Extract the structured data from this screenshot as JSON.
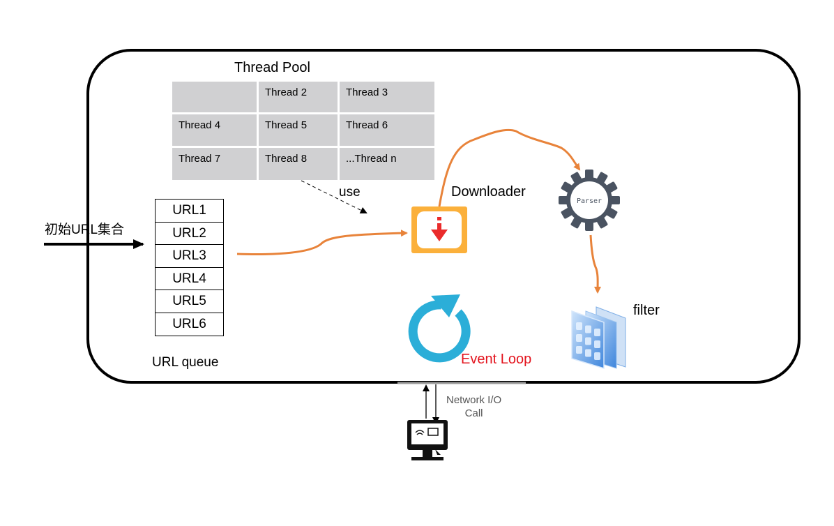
{
  "thread_pool": {
    "title": "Thread Pool",
    "cells": [
      "",
      "Thread 2",
      "Thread 3",
      "Thread 4",
      "Thread 5",
      "Thread 6",
      "Thread 7",
      "Thread 8",
      "...Thread n"
    ]
  },
  "url_queue": {
    "items": [
      "URL1",
      "URL2",
      "URL3",
      "URL4",
      "URL5",
      "URL6"
    ],
    "label": "URL queue"
  },
  "initial_urls_label": "初始URL集合",
  "use_label": "use",
  "downloader_label": "Downloader",
  "parser_label": "Parser",
  "filter_label": "filter",
  "event_loop_label": "Event Loop",
  "network_io_label": [
    "Network I/O",
    "Call"
  ],
  "icons": {
    "downloader": "download-icon",
    "parser": "gear-icon",
    "filter": "grid-filter-icon",
    "event_loop": "refresh-loop-icon",
    "network": "computer-monitor-icon"
  },
  "colors": {
    "flow_arrow": "#e8833a",
    "event_loop_text": "#e3131d",
    "download_box": "#fbb03b",
    "download_arrow": "#ea2b2b",
    "gear": "#4a5361",
    "loop": "#2baed8",
    "filter": "#4b8fe0",
    "pool_cell": "#d0d0d2"
  }
}
